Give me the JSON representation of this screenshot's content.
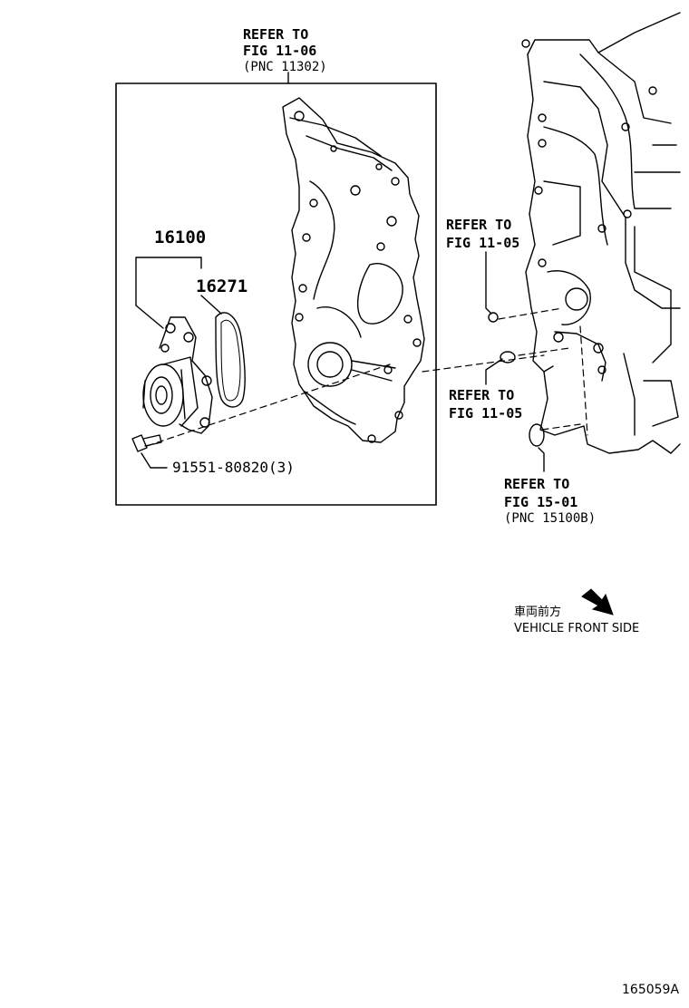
{
  "callouts": {
    "top": {
      "line1": "REFER TO",
      "line2": "FIG 11-06",
      "line3": "(PNC 11302)"
    },
    "right_upper": {
      "line1": "REFER TO",
      "line2": "FIG 11-05"
    },
    "right_middle": {
      "line1": "REFER TO",
      "line2": "FIG 11-05"
    },
    "right_lower": {
      "line1": "REFER TO",
      "line2": "FIG 15-01",
      "line3": "(PNC 15100B)"
    }
  },
  "parts": {
    "pump_assembly": "16100",
    "gasket": "16271",
    "bolt": "91551-80820(3)"
  },
  "orientation": {
    "japanese": "車両前方",
    "english": "VEHICLE FRONT SIDE"
  },
  "illustration_code": "165059A"
}
